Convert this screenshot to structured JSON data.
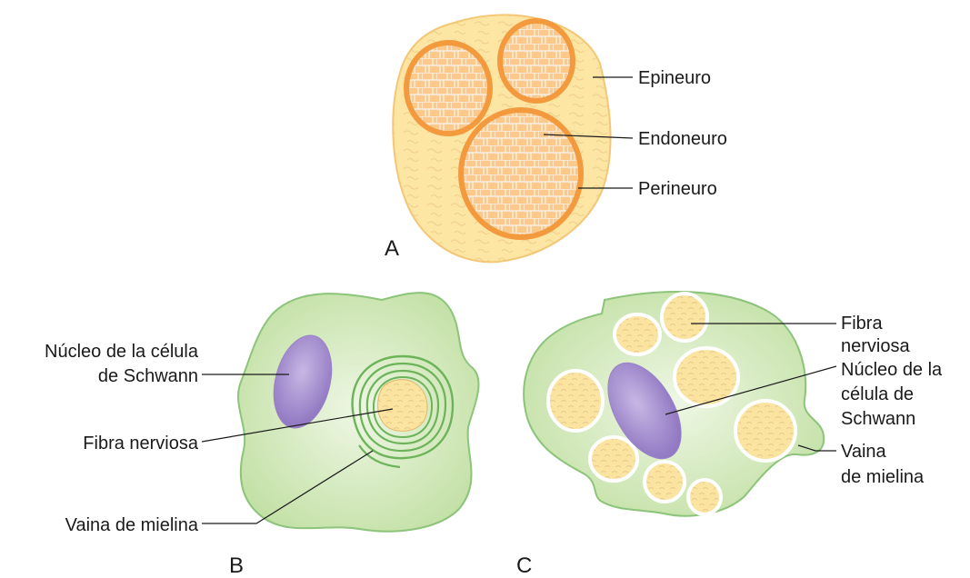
{
  "panels": {
    "a": {
      "letter": "A",
      "labels": {
        "epineuro": "Epineuro",
        "endoneuro": "Endoneuro",
        "perineuro": "Perineuro"
      }
    },
    "b": {
      "letter": "B",
      "labels": {
        "nucleus_line1": "Núcleo de la célula",
        "nucleus_line2": "de Schwann",
        "fiber": "Fibra nerviosa",
        "sheath": "Vaina de mielina"
      }
    },
    "c": {
      "letter": "C",
      "labels": {
        "fiber_line1": "Fibra",
        "fiber_line2": "nerviosa",
        "nucleus_line1": "Núcleo de la",
        "nucleus_line2": "célula de",
        "nucleus_line3": "Schwann",
        "sheath_line1": "Vaina",
        "sheath_line2": "de mielina"
      }
    }
  },
  "colors": {
    "epineurium_fill": "#fde5a3",
    "epineurium_stroke": "#f3c777",
    "perineurium": "#f39a3f",
    "endoneurium_fill": "#fcc98b",
    "cell_fill": "#cfe8b6",
    "cell_stroke": "#8cc47a",
    "myelin": "#6cb35a",
    "axon_fill": "#fbe3a0",
    "nucleus_fill": "#a48ccc"
  }
}
